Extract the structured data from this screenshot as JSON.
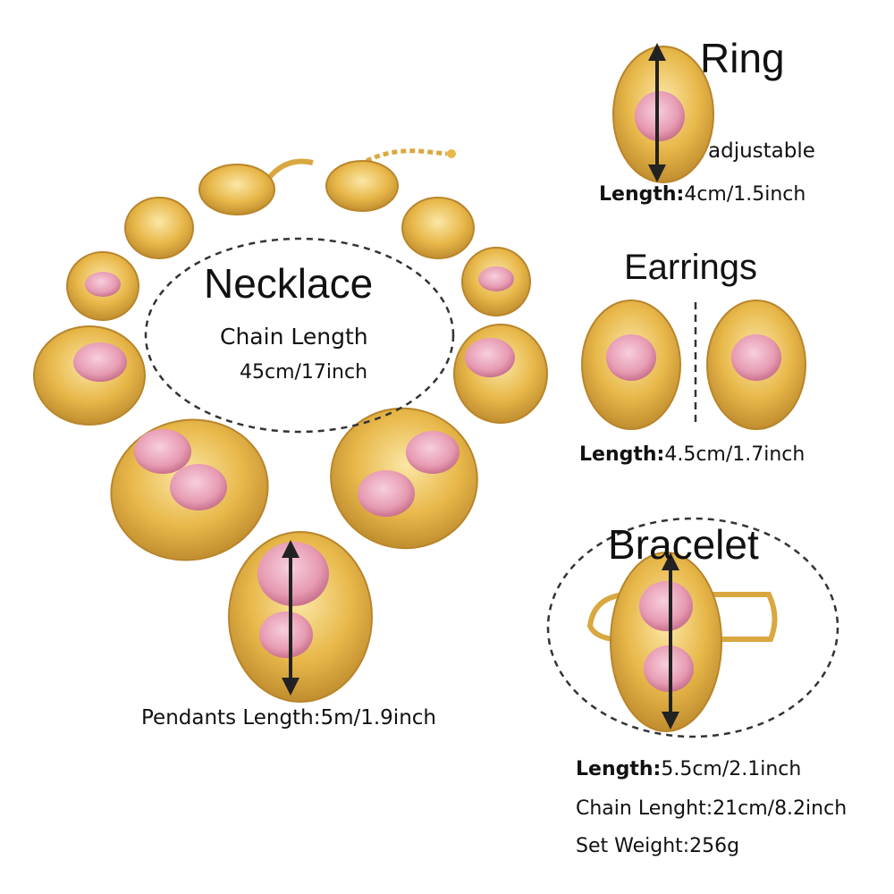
{
  "necklace": {
    "title": "Necklace",
    "chain_label": "Chain Length",
    "chain_value": "45cm/17inch",
    "pendants_length": "Pendants Length:5m/1.9inch"
  },
  "ring": {
    "title": "Ring",
    "note": "adjustable",
    "length_label": "Length:",
    "length_value": "4cm/1.5inch"
  },
  "earrings": {
    "title": "Earrings",
    "length_label": "Length:",
    "length_value": "4.5cm/1.7inch"
  },
  "bracelet": {
    "title": "Bracelet",
    "length_label": "Length:",
    "length_value": "5.5cm/2.1inch",
    "chain_line": "Chain Lenght:21cm/8.2inch",
    "weight_line": "Set Weight:256g"
  },
  "colors": {
    "gold": "#e8b84a",
    "gold_light": "#f8dc8c",
    "gold_dark": "#b9852a",
    "pink": "#e79bb3",
    "pink_light": "#f4c2d2",
    "arrow": "#222222",
    "dash": "#333333"
  }
}
